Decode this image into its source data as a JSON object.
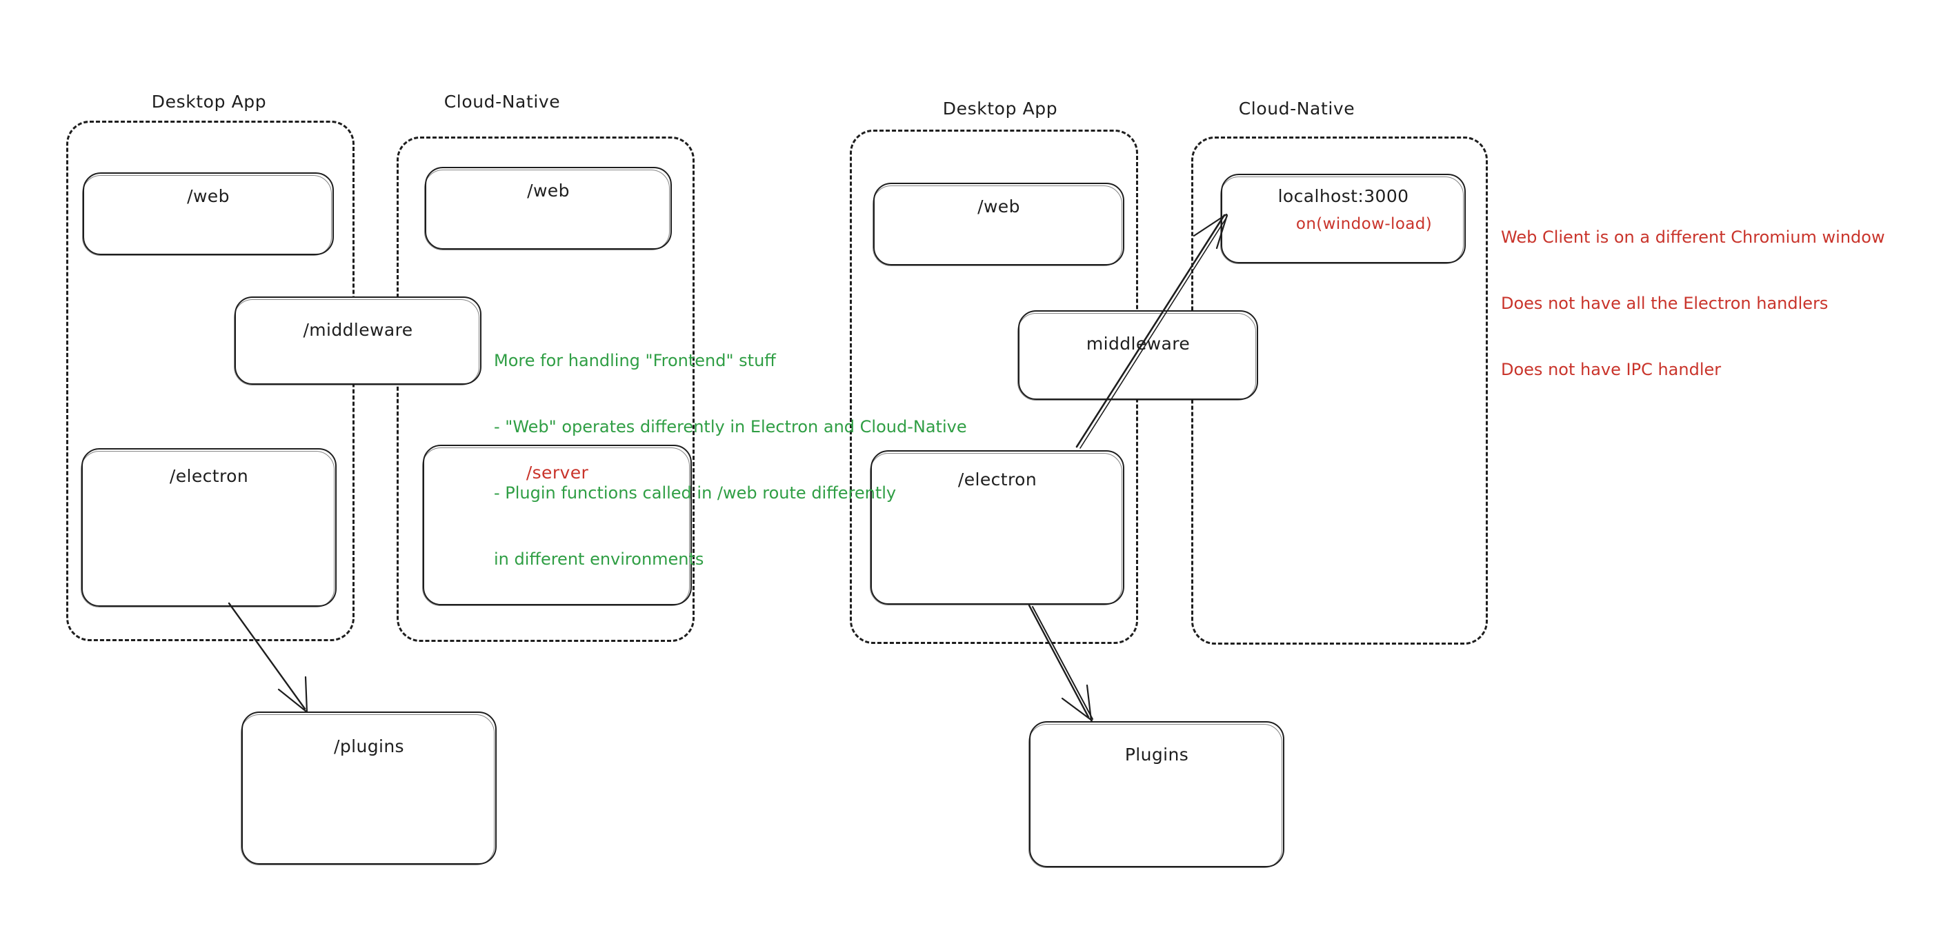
{
  "diagram": {
    "title": "Desktop App vs Cloud-Native architecture comparison",
    "colors": {
      "ink": "#1e1e1e",
      "red": "#c9342b",
      "green": "#2f9e44",
      "background": "#ffffff"
    }
  },
  "left_diagram": {
    "groups": [
      {
        "label": "Desktop App"
      },
      {
        "label": "Cloud-Native"
      }
    ],
    "nodes": {
      "desktop_web": {
        "label": "/web"
      },
      "cloud_web": {
        "label": "/web"
      },
      "middleware": {
        "label": "/middleware"
      },
      "electron": {
        "label": "/electron"
      },
      "server": {
        "label": "/server"
      },
      "plugins": {
        "label": "/plugins"
      }
    }
  },
  "right_diagram": {
    "groups": [
      {
        "label": "Desktop App"
      },
      {
        "label": "Cloud-Native"
      }
    ],
    "nodes": {
      "desktop_web": {
        "label": "/web"
      },
      "localhost": {
        "label": "localhost:3000",
        "sublabel": "on(window-load)"
      },
      "middleware": {
        "label": "middleware"
      },
      "electron": {
        "label": "/electron"
      },
      "plugins": {
        "label": "Plugins"
      }
    }
  },
  "annotations": {
    "green_note": {
      "color": "#2f9e44",
      "lines": [
        "More for handling \"Frontend\" stuff",
        "- \"Web\" operates differently in Electron and Cloud-Native",
        "- Plugin functions called in /web route differently",
        "in different environments"
      ]
    },
    "red_note": {
      "color": "#c9342b",
      "lines": [
        "Web Client is on a different Chromium window",
        "Does not have all the Electron handlers",
        "Does not have IPC handler"
      ]
    }
  }
}
